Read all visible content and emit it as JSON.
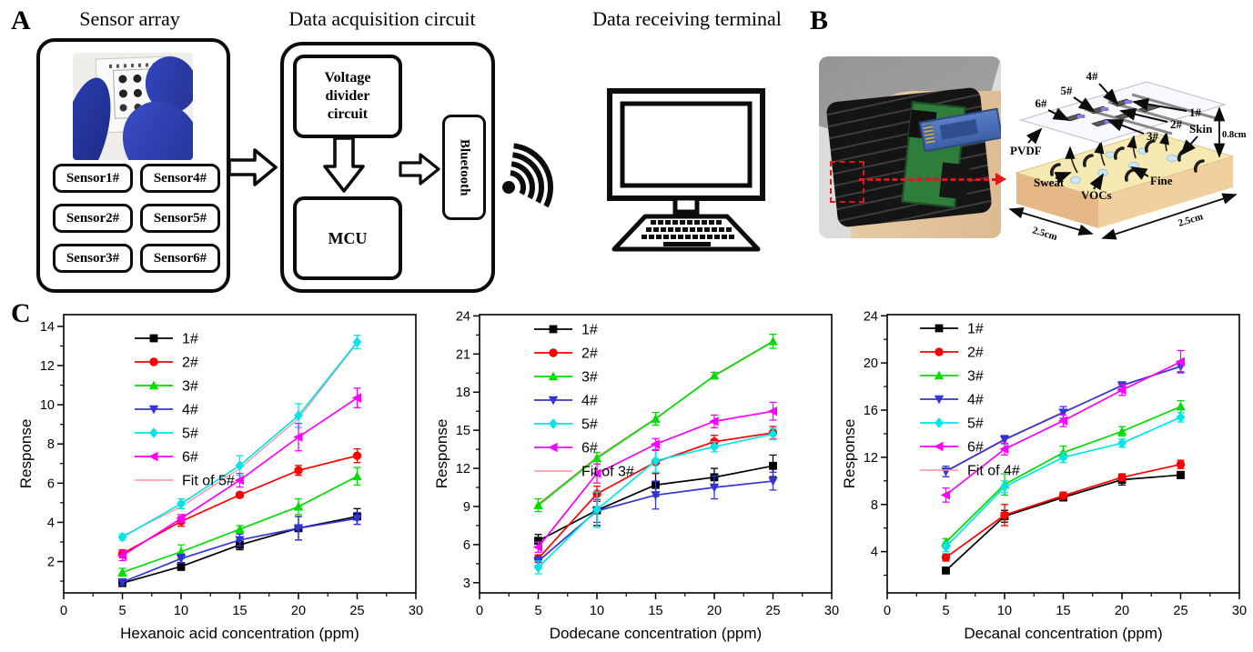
{
  "panel_a": {
    "label": "A",
    "sensor_array_title": "Sensor array",
    "sensors": [
      "Sensor1#",
      "Sensor4#",
      "Sensor2#",
      "Sensor5#",
      "Sensor3#",
      "Sensor6#"
    ],
    "daq_title": "Data acquisition circuit",
    "voltage_lines": [
      "Voltage",
      "divider",
      "circuit"
    ],
    "mcu": "MCU",
    "bluetooth": "Bluetooth",
    "terminal_title": "Data receiving terminal"
  },
  "panel_b": {
    "label": "B",
    "labels": {
      "s1": "1#",
      "s2": "2#",
      "s3": "3#",
      "s4": "4#",
      "s5": "5#",
      "s6": "6#",
      "pvdf": "PVDF",
      "skin": "Skin",
      "thickness": "0.8cm",
      "sweat": "Sweat",
      "vocs": "VOCs",
      "fine": "Fine",
      "dim_left": "2.5cm",
      "dim_right": "2.5cm"
    }
  },
  "panel_c": {
    "label": "C"
  },
  "chart_data": [
    {
      "type": "line",
      "xlabel": "Hexanoic acid concentration (ppm)",
      "ylabel": "Response",
      "x": [
        5,
        10,
        15,
        20,
        25
      ],
      "xlim": [
        0,
        30
      ],
      "ylim": [
        0.4,
        14.6
      ],
      "xticks": [
        0,
        5,
        10,
        15,
        20,
        25,
        30
      ],
      "yticks": [
        2,
        4,
        6,
        8,
        10,
        12,
        14
      ],
      "grid": false,
      "legend_position": "top-left-inside",
      "legend_offset": [
        78,
        26
      ],
      "series": [
        {
          "name": "1#",
          "color": "#000000",
          "marker": "square",
          "values": [
            0.9,
            1.75,
            2.85,
            3.7,
            4.3
          ],
          "err": [
            0.15,
            0.2,
            0.25,
            0.6,
            0.4
          ]
        },
        {
          "name": "2#",
          "color": "#ff0000",
          "marker": "circle",
          "values": [
            2.4,
            4.05,
            5.4,
            6.65,
            7.4
          ],
          "err": [
            0.2,
            0.25,
            0.12,
            0.25,
            0.35
          ]
        },
        {
          "name": "3#",
          "color": "#00dd00",
          "marker": "triangle-up",
          "values": [
            1.45,
            2.5,
            3.65,
            4.8,
            6.35
          ],
          "err": [
            0.2,
            0.35,
            0.18,
            0.4,
            0.45
          ]
        },
        {
          "name": "4#",
          "color": "#3434d6",
          "marker": "triangle-down",
          "values": [
            0.95,
            2.15,
            3.1,
            3.7,
            4.2
          ],
          "err": [
            0.15,
            0.22,
            0.3,
            0.6,
            0.3
          ]
        },
        {
          "name": "5#",
          "color": "#00e5e5",
          "marker": "diamond",
          "values": [
            3.25,
            4.95,
            6.9,
            9.45,
            13.2
          ],
          "err": [
            0.15,
            0.25,
            0.5,
            0.6,
            0.35
          ]
        },
        {
          "name": "6#",
          "color": "#ff00ff",
          "marker": "triangle-left",
          "values": [
            2.3,
            4.2,
            6.15,
            8.35,
            10.35
          ],
          "err": [
            0.25,
            0.2,
            0.35,
            0.7,
            0.5
          ]
        },
        {
          "name": "Fit of 5#",
          "color": "#ff8f9a",
          "marker": "none",
          "fit": true,
          "values": [
            3.3,
            4.8,
            6.75,
            9.3,
            13.15
          ]
        }
      ]
    },
    {
      "type": "line",
      "xlabel": "Dodecane concentration (ppm)",
      "ylabel": "Response",
      "x": [
        5,
        10,
        15,
        20,
        25
      ],
      "xlim": [
        0,
        30
      ],
      "ylim": [
        2.2,
        24.1
      ],
      "xticks": [
        0,
        5,
        10,
        15,
        20,
        25,
        30
      ],
      "yticks": [
        3,
        6,
        9,
        12,
        15,
        18,
        21,
        24
      ],
      "grid": false,
      "legend_position": "top-left-inside",
      "legend_offset": [
        60,
        16
      ],
      "series": [
        {
          "name": "1#",
          "color": "#000000",
          "marker": "square",
          "values": [
            6.3,
            8.7,
            10.7,
            11.3,
            12.2
          ],
          "err": [
            0.5,
            1.2,
            0.9,
            0.7,
            0.85
          ]
        },
        {
          "name": "2#",
          "color": "#ff0000",
          "marker": "circle",
          "values": [
            4.9,
            10.0,
            12.5,
            14.1,
            14.8
          ],
          "err": [
            0.3,
            0.6,
            0.9,
            0.5,
            0.5
          ]
        },
        {
          "name": "3#",
          "color": "#00dd00",
          "marker": "triangle-up",
          "values": [
            9.1,
            12.8,
            15.9,
            19.3,
            22.0
          ],
          "err": [
            0.5,
            0.45,
            0.5,
            0.25,
            0.55
          ]
        },
        {
          "name": "4#",
          "color": "#3434d6",
          "marker": "triangle-down",
          "values": [
            4.7,
            8.65,
            9.9,
            10.5,
            11.0
          ],
          "err": [
            0.35,
            0.9,
            1.1,
            0.9,
            0.7
          ]
        },
        {
          "name": "5#",
          "color": "#00e5e5",
          "marker": "diamond",
          "values": [
            4.2,
            8.75,
            12.6,
            13.7,
            14.7
          ],
          "err": [
            0.5,
            1.4,
            0.9,
            0.4,
            0.45
          ]
        },
        {
          "name": "6#",
          "color": "#ff00ff",
          "marker": "triangle-left",
          "values": [
            5.8,
            11.6,
            13.9,
            15.7,
            16.5
          ],
          "err": [
            0.4,
            0.75,
            0.45,
            0.5,
            0.7
          ]
        },
        {
          "name": "Fit of 3#",
          "color": "#ff8f9a",
          "marker": "none",
          "fit": true,
          "values": [
            9.2,
            12.9,
            15.95,
            19.25,
            21.95
          ]
        }
      ]
    },
    {
      "type": "line",
      "xlabel": "Decanal concentration (ppm)",
      "ylabel": "Response",
      "x": [
        5,
        10,
        15,
        20,
        25
      ],
      "xlim": [
        0,
        30
      ],
      "ylim": [
        0.5,
        24.1
      ],
      "xticks": [
        0,
        5,
        10,
        15,
        20,
        25,
        30
      ],
      "yticks": [
        4,
        8,
        12,
        16,
        20,
        24
      ],
      "grid": false,
      "legend_position": "top-left-inside",
      "legend_offset": [
        36,
        15
      ],
      "series": [
        {
          "name": "1#",
          "color": "#000000",
          "marker": "square",
          "values": [
            2.4,
            7.0,
            8.6,
            10.1,
            10.5
          ],
          "err": [
            0.2,
            0.5,
            0.3,
            0.45,
            0.3
          ]
        },
        {
          "name": "2#",
          "color": "#ff0000",
          "marker": "circle",
          "values": [
            3.5,
            7.1,
            8.75,
            10.3,
            11.4
          ],
          "err": [
            0.3,
            0.9,
            0.3,
            0.3,
            0.35
          ]
        },
        {
          "name": "3#",
          "color": "#00dd00",
          "marker": "triangle-up",
          "values": [
            4.8,
            9.7,
            12.4,
            14.2,
            16.3
          ],
          "err": [
            0.3,
            0.9,
            0.55,
            0.4,
            0.5
          ]
        },
        {
          "name": "4#",
          "color": "#3434d6",
          "marker": "triangle-down",
          "values": [
            10.8,
            13.5,
            15.8,
            18.1,
            19.7
          ],
          "err": [
            0.45,
            0.35,
            0.5,
            0.3,
            0.45
          ]
        },
        {
          "name": "5#",
          "color": "#00e5e5",
          "marker": "diamond",
          "values": [
            4.4,
            9.5,
            12.0,
            13.2,
            15.4
          ],
          "err": [
            0.4,
            0.5,
            0.45,
            0.35,
            0.4
          ]
        },
        {
          "name": "6#",
          "color": "#ff00ff",
          "marker": "triangle-left",
          "values": [
            8.8,
            12.7,
            15.1,
            17.7,
            20.1
          ],
          "err": [
            0.6,
            0.5,
            0.5,
            0.45,
            0.95
          ]
        },
        {
          "name": "Fit of 4#",
          "color": "#ff8f9a",
          "marker": "none",
          "fit": true,
          "values": [
            10.85,
            13.55,
            15.85,
            18.05,
            19.75
          ]
        }
      ]
    }
  ]
}
